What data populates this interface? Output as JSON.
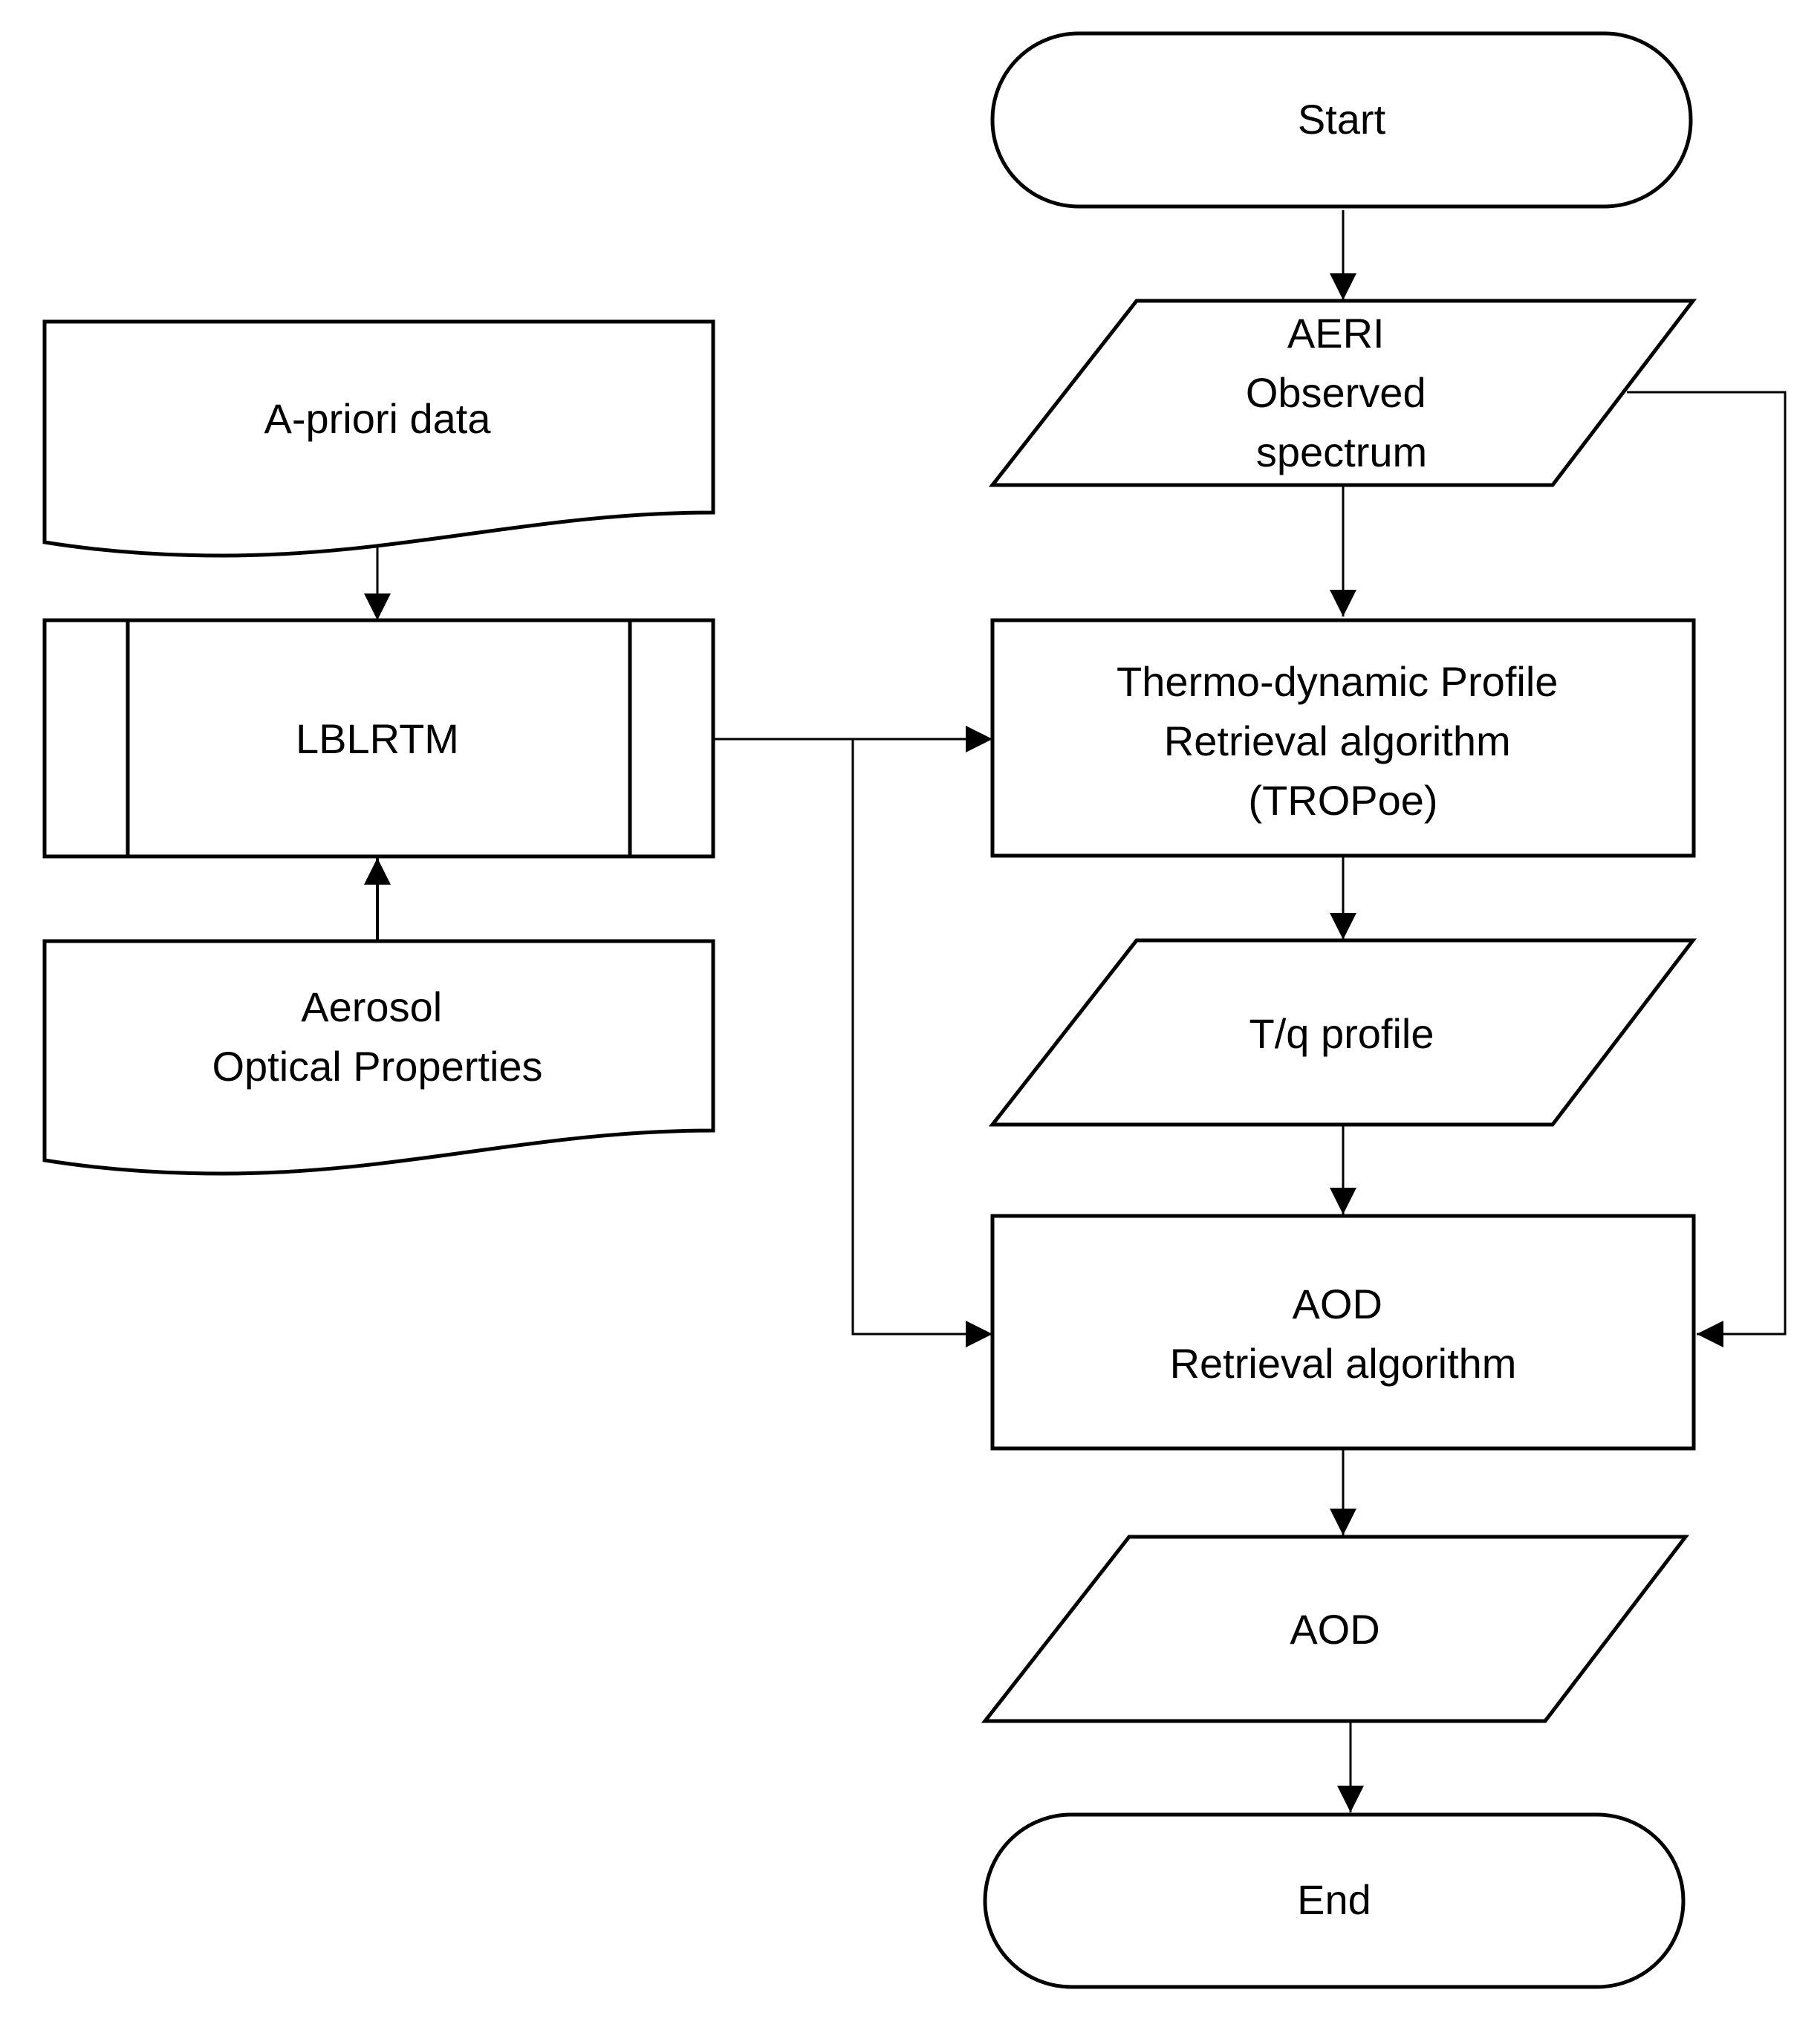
{
  "nodes": {
    "start": {
      "kind": "terminator",
      "lines": [
        "Start"
      ]
    },
    "aeri": {
      "kind": "data",
      "lines": [
        "AERI",
        "Observed",
        "spectrum"
      ]
    },
    "apriori": {
      "kind": "document",
      "lines": [
        "A-priori data"
      ]
    },
    "lblrtm": {
      "kind": "predefined-process",
      "lines": [
        "LBLRTM"
      ]
    },
    "aerosol": {
      "kind": "document",
      "lines": [
        "Aerosol",
        "Optical Properties"
      ]
    },
    "tropoe": {
      "kind": "process",
      "lines": [
        "Thermo-dynamic Profile",
        "Retrieval algorithm",
        "(TROPoe)"
      ]
    },
    "tq": {
      "kind": "data",
      "lines": [
        "T/q profile"
      ]
    },
    "aod_alg": {
      "kind": "process",
      "lines": [
        "AOD",
        "Retrieval algorithm"
      ]
    },
    "aod": {
      "kind": "data",
      "lines": [
        "AOD"
      ]
    },
    "end": {
      "kind": "terminator",
      "lines": [
        "End"
      ]
    }
  },
  "edges": [
    {
      "from": "start",
      "to": "aeri"
    },
    {
      "from": "aeri",
      "to": "tropoe"
    },
    {
      "from": "aeri",
      "to": "aod_alg"
    },
    {
      "from": "apriori",
      "to": "lblrtm"
    },
    {
      "from": "aerosol",
      "to": "lblrtm"
    },
    {
      "from": "lblrtm",
      "to": "tropoe"
    },
    {
      "from": "lblrtm",
      "to": "aod_alg"
    },
    {
      "from": "tropoe",
      "to": "tq"
    },
    {
      "from": "tq",
      "to": "aod_alg"
    },
    {
      "from": "aod_alg",
      "to": "aod"
    },
    {
      "from": "aod",
      "to": "end"
    }
  ]
}
